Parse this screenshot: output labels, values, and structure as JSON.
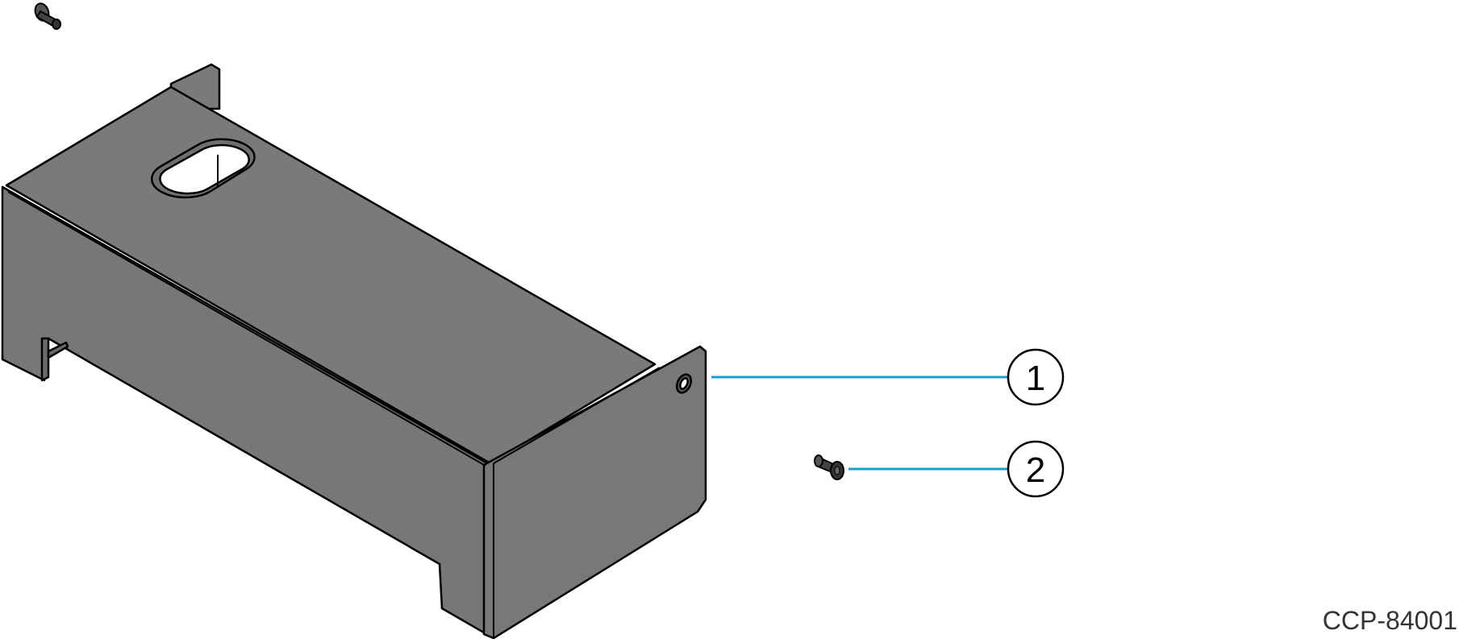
{
  "figure": {
    "id": "CCP-84001",
    "callouts": [
      {
        "number": "1"
      },
      {
        "number": "2"
      }
    ]
  },
  "colors": {
    "part_fill": "#7a7a7a",
    "part_edge": "#000000",
    "leader": "#1a9bd7"
  }
}
